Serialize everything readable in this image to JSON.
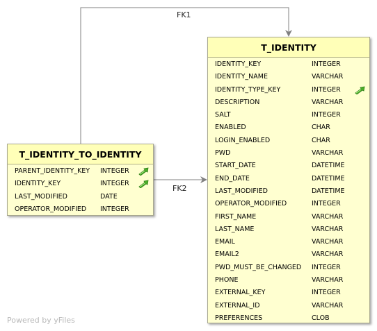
{
  "watermark": "Powered by yFiles",
  "relations": [
    {
      "label": "FK1"
    },
    {
      "label": "FK2"
    }
  ],
  "tables": {
    "identity": {
      "name": "T_IDENTITY",
      "columns": [
        {
          "name": "IDENTITY_KEY",
          "type": "INTEGER",
          "fk": false
        },
        {
          "name": "IDENTITY_NAME",
          "type": "VARCHAR",
          "fk": false
        },
        {
          "name": "IDENTITY_TYPE_KEY",
          "type": "INTEGER",
          "fk": true
        },
        {
          "name": "DESCRIPTION",
          "type": "VARCHAR",
          "fk": false
        },
        {
          "name": "SALT",
          "type": "INTEGER",
          "fk": false
        },
        {
          "name": "ENABLED",
          "type": "CHAR",
          "fk": false
        },
        {
          "name": "LOGIN_ENABLED",
          "type": "CHAR",
          "fk": false
        },
        {
          "name": "PWD",
          "type": "VARCHAR",
          "fk": false
        },
        {
          "name": "START_DATE",
          "type": "DATETIME",
          "fk": false
        },
        {
          "name": "END_DATE",
          "type": "DATETIME",
          "fk": false
        },
        {
          "name": "LAST_MODIFIED",
          "type": "DATETIME",
          "fk": false
        },
        {
          "name": "OPERATOR_MODIFIED",
          "type": "INTEGER",
          "fk": false
        },
        {
          "name": "FIRST_NAME",
          "type": "VARCHAR",
          "fk": false
        },
        {
          "name": "LAST_NAME",
          "type": "VARCHAR",
          "fk": false
        },
        {
          "name": "EMAIL",
          "type": "VARCHAR",
          "fk": false
        },
        {
          "name": "EMAIL2",
          "type": "VARCHAR",
          "fk": false
        },
        {
          "name": "PWD_MUST_BE_CHANGED",
          "type": "INTEGER",
          "fk": false
        },
        {
          "name": "PHONE",
          "type": "VARCHAR",
          "fk": false
        },
        {
          "name": "EXTERNAL_KEY",
          "type": "INTEGER",
          "fk": false
        },
        {
          "name": "EXTERNAL_ID",
          "type": "VARCHAR",
          "fk": false
        },
        {
          "name": "PREFERENCES",
          "type": "CLOB",
          "fk": false
        }
      ]
    },
    "identity_to_identity": {
      "name": "T_IDENTITY_TO_IDENTITY",
      "columns": [
        {
          "name": "PARENT_IDENTITY_KEY",
          "type": "INTEGER",
          "fk": true
        },
        {
          "name": "IDENTITY_KEY",
          "type": "INTEGER",
          "fk": true
        },
        {
          "name": "LAST_MODIFIED",
          "type": "DATE",
          "fk": false
        },
        {
          "name": "OPERATOR_MODIFIED",
          "type": "INTEGER",
          "fk": false
        }
      ]
    }
  },
  "colors": {
    "table_fill": "#ffffd0",
    "title_fill": "#ffffb8",
    "edge": "#808080",
    "key_icon": "#4caf2a"
  }
}
